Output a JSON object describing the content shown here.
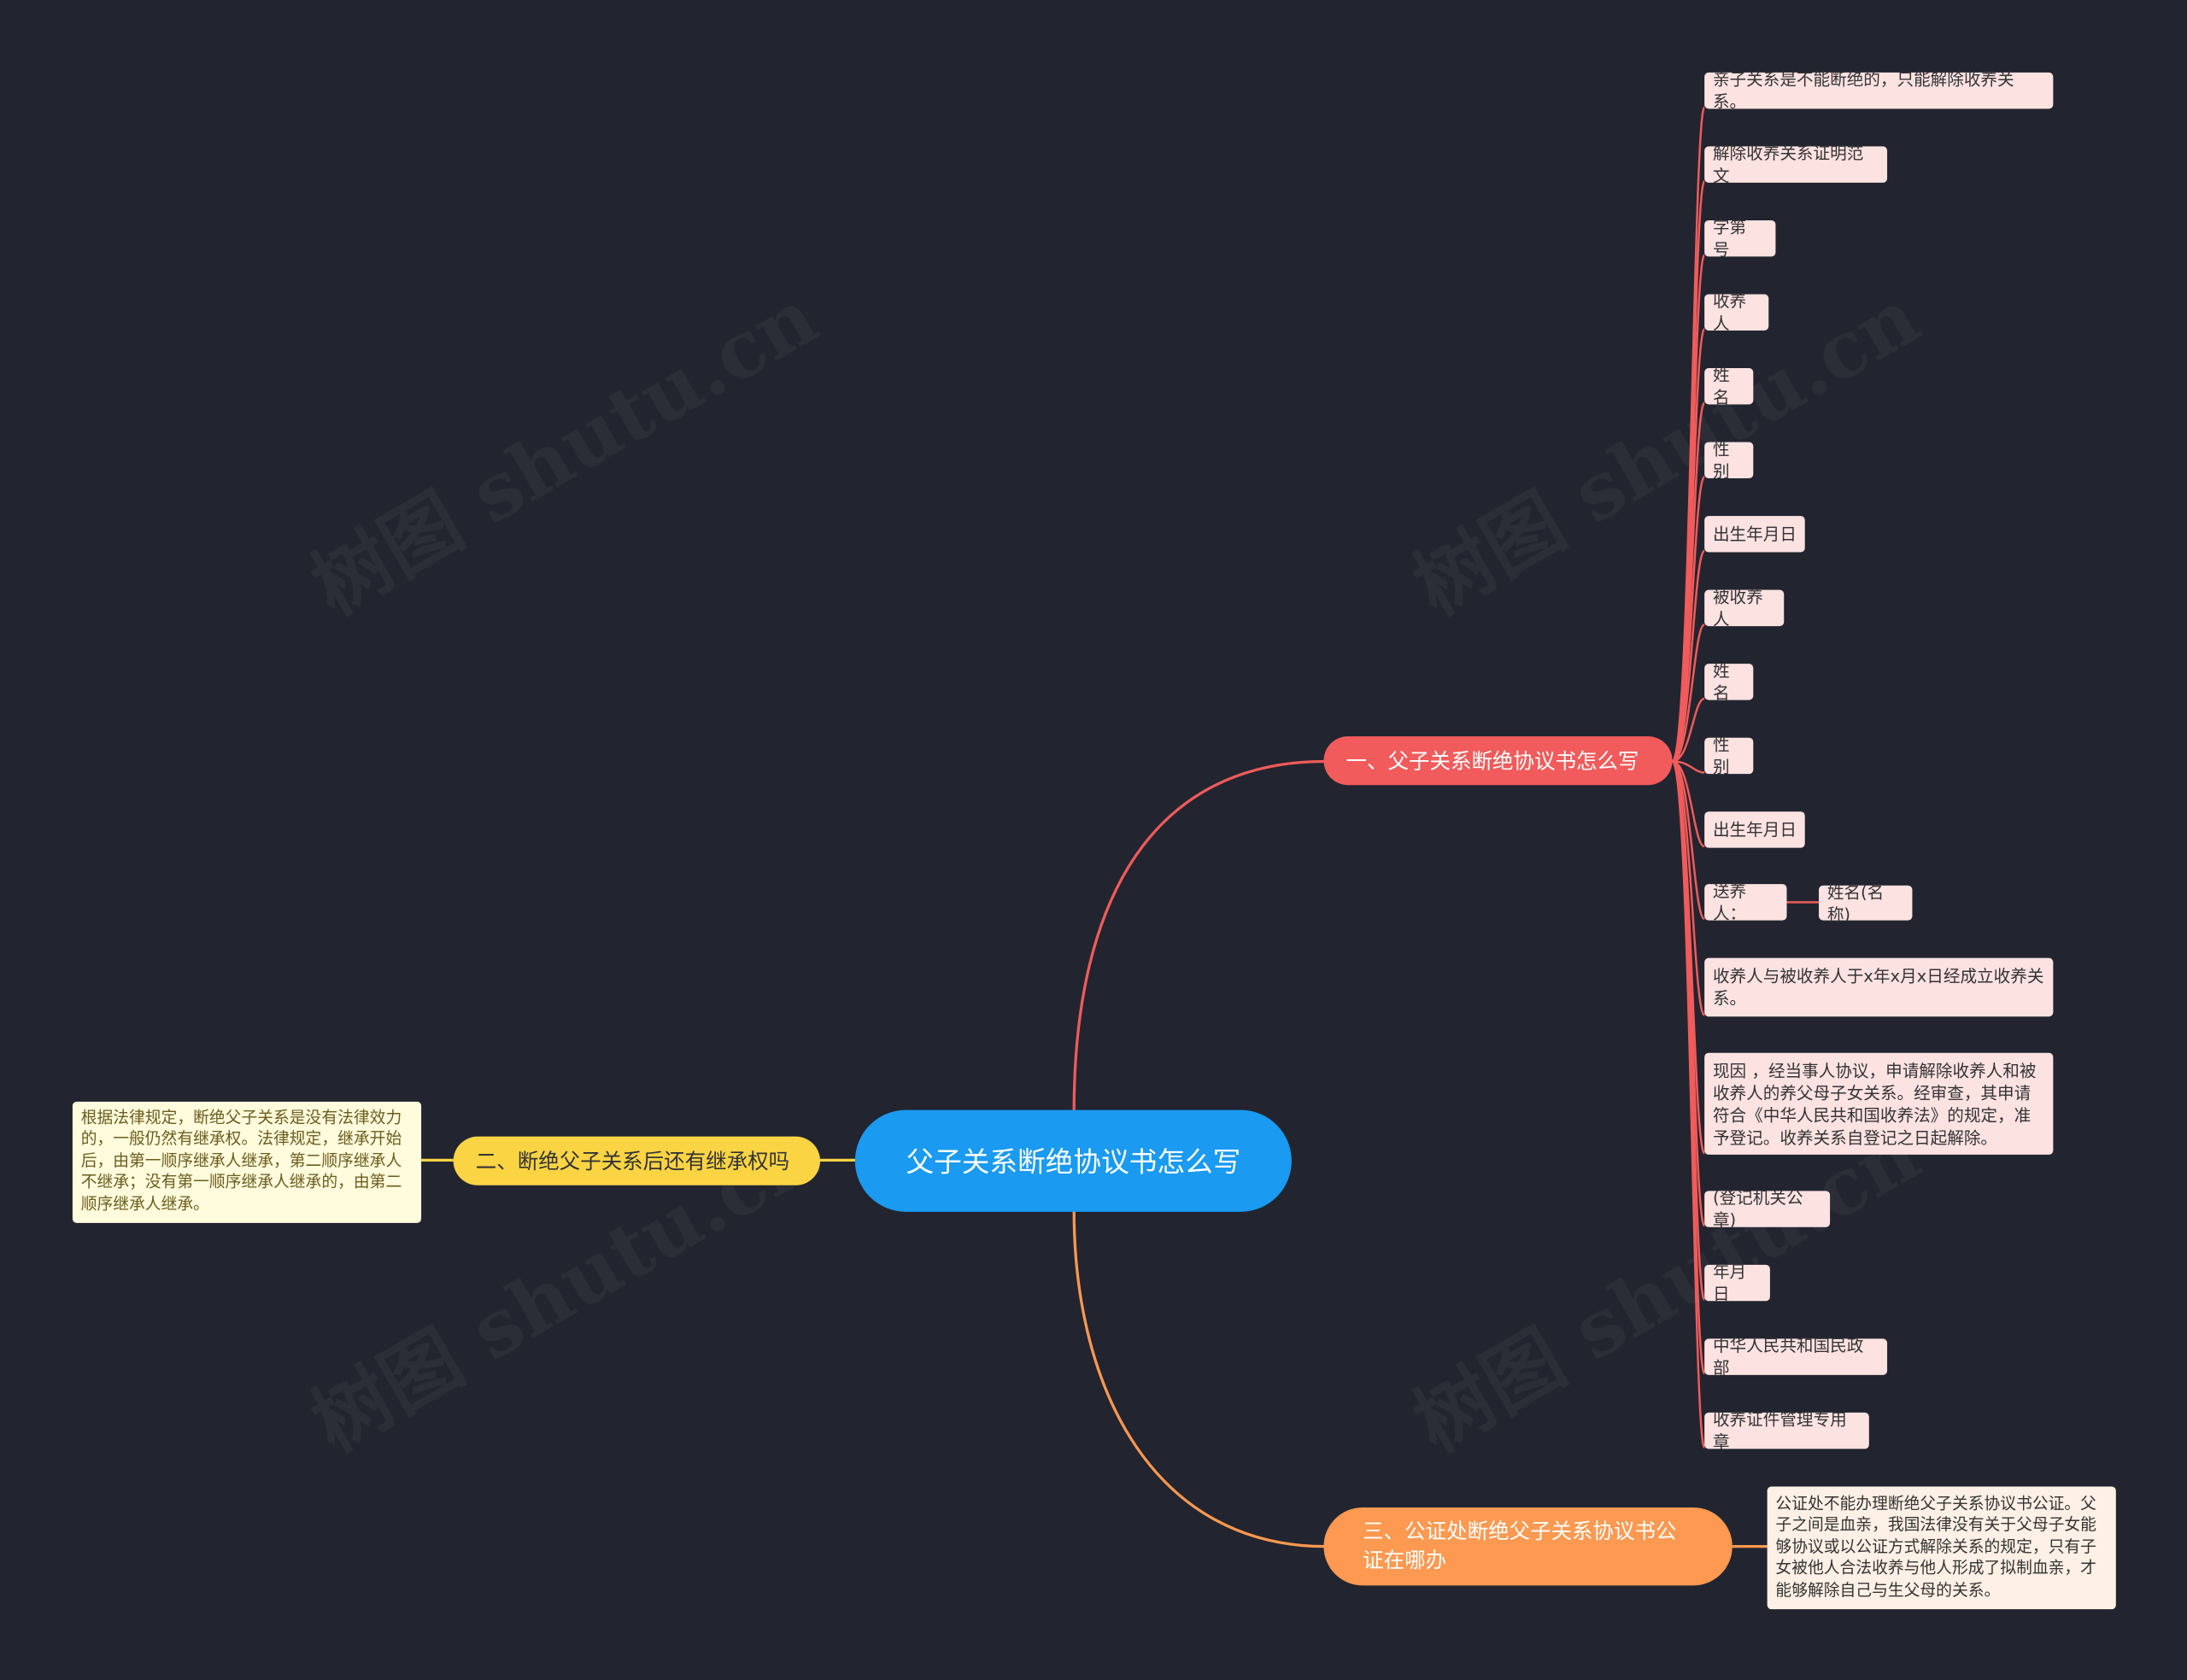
{
  "colors": {
    "background": "#22252f",
    "root": "#1a9af0",
    "branch1": "#f15b5b",
    "branch2": "#fbd444",
    "branch3": "#fd9951",
    "leaf1": "#fde2e2",
    "leaf2": "#fffbdc",
    "leaf3": "#fff0e5"
  },
  "watermark": "树图 shutu.cn",
  "root": {
    "label": "父子关系断绝协议书怎么写"
  },
  "branch1": {
    "label": "一、父子关系断绝协议书怎么写",
    "items": [
      "亲子关系是不能断绝的，只能解除收养关系。",
      "解除收养关系证明范文",
      "字第 号",
      "收养人",
      "姓名",
      "性别",
      "出生年月日",
      "被收养人",
      "姓名",
      "性别",
      "出生年月日",
      "送养人：",
      "收养人与被收养人于x年x月x日经成立收养关系。",
      "现因 ，经当事人协议，申请解除收养人和被收养人的养父母子女关系。经审查，其申请符合《中华人民共和国收养法》的规定，准予登记。收养关系自登记之日起解除。",
      "(登记机关公章)",
      "年月日",
      "中华人民共和国民政部",
      "收养证件管理专用章"
    ],
    "sub_item": "姓名(名称)"
  },
  "branch2": {
    "label": "二、断绝父子关系后还有继承权吗",
    "note": "根据法律规定，断绝父子关系是没有法律效力的，一般仍然有继承权。法律规定，继承开始后，由第一顺序继承人继承，第二顺序继承人不继承；没有第一顺序继承人继承的，由第二顺序继承人继承。"
  },
  "branch3": {
    "label": "三、公证处断绝父子关系协议书公证在哪办",
    "note": "公证处不能办理断绝父子关系协议书公证。父子之间是血亲，我国法律没有关于父母子女能够协议或以公证方式解除关系的规定，只有子女被他人合法收养与他人形成了拟制血亲，才能够解除自己与生父母的关系。"
  }
}
